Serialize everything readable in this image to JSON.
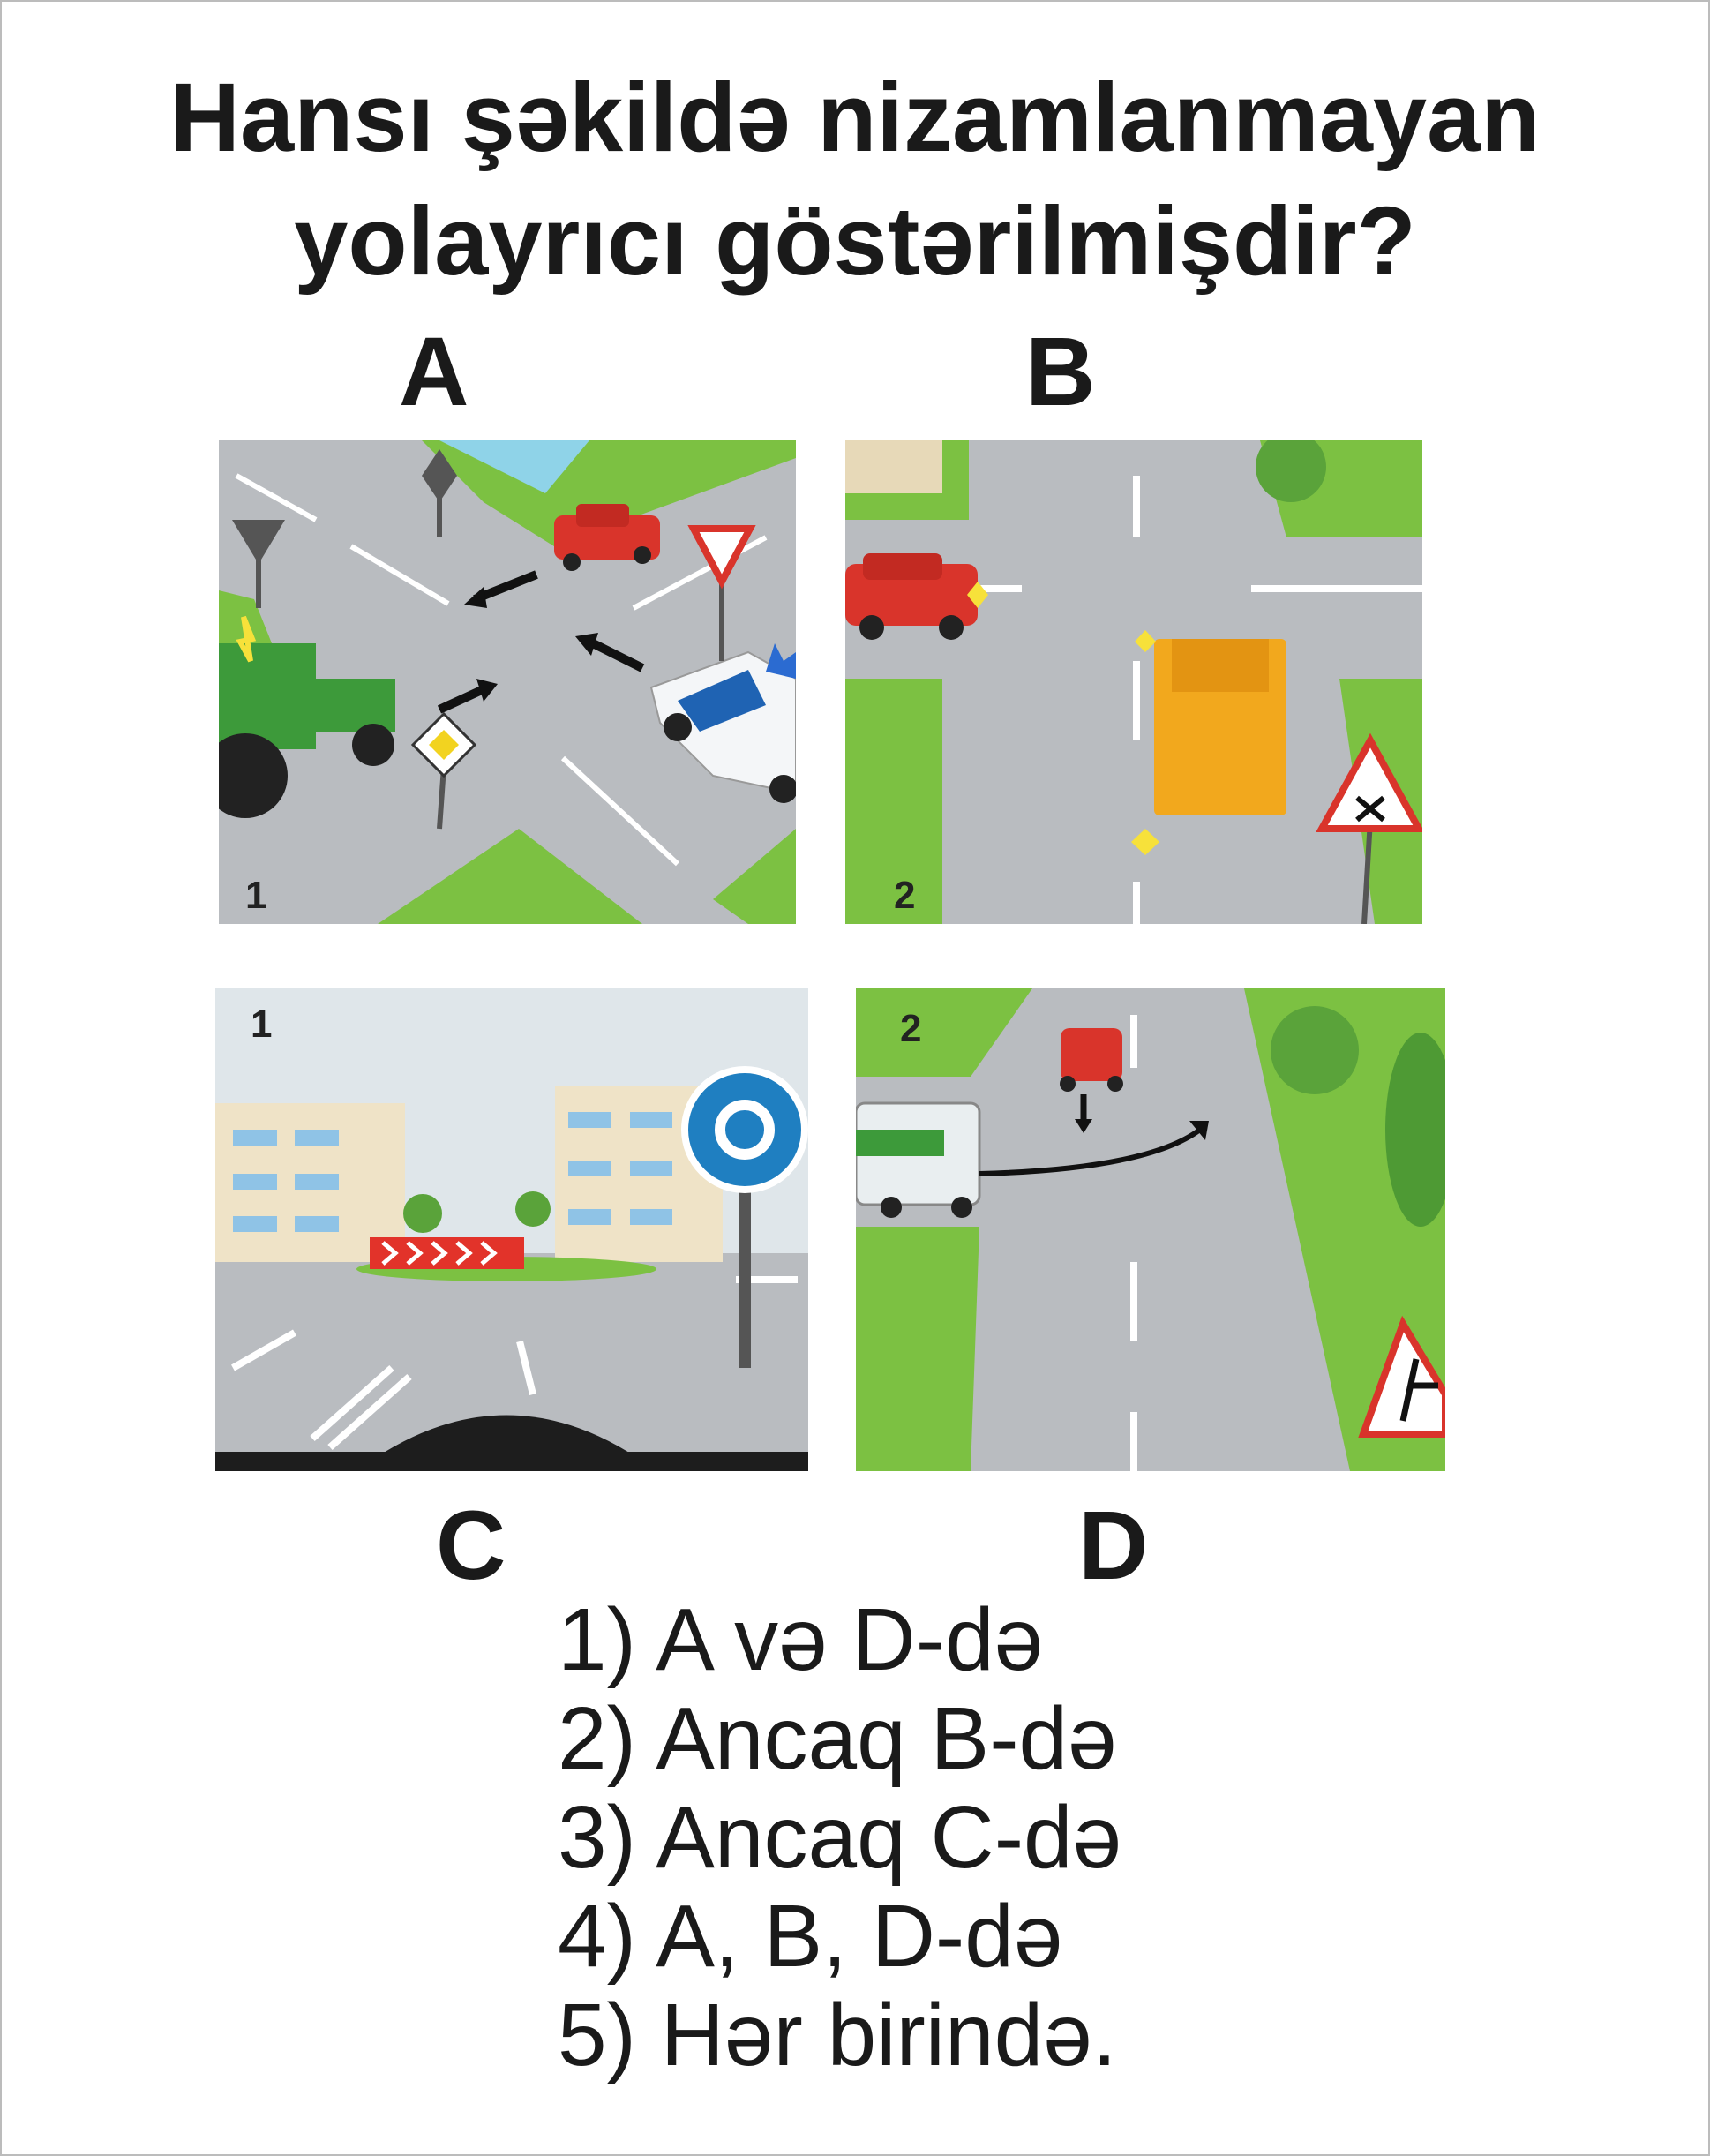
{
  "question": {
    "line1": "Hansı şəkildə nizamlanmayan",
    "line2": "yolayrıcı göstərilmişdir?"
  },
  "panels": {
    "A": {
      "letter": "A",
      "number": "1"
    },
    "B": {
      "letter": "B",
      "number": "2"
    },
    "C": {
      "letter": "C",
      "number": "1"
    },
    "D": {
      "letter": "D",
      "number": "2"
    }
  },
  "answers": [
    {
      "num": "1)",
      "text": "A və D-də"
    },
    {
      "num": "2)",
      "text": "Ancaq B-də"
    },
    {
      "num": "3)",
      "text": "Ancaq C-də"
    },
    {
      "num": "4)",
      "text": "A, B, D-də"
    },
    {
      "num": "5)",
      "text": "Hər birində."
    }
  ],
  "colors": {
    "road": "#b9bcc0",
    "grass": "#7cc142",
    "sky": "#dfe6ea",
    "marking": "#ffffff",
    "red_car": "#d9342b",
    "truck": "#f2a81d",
    "tractor": "#3d9a3a",
    "sign_blue": "#1f7fc1"
  }
}
